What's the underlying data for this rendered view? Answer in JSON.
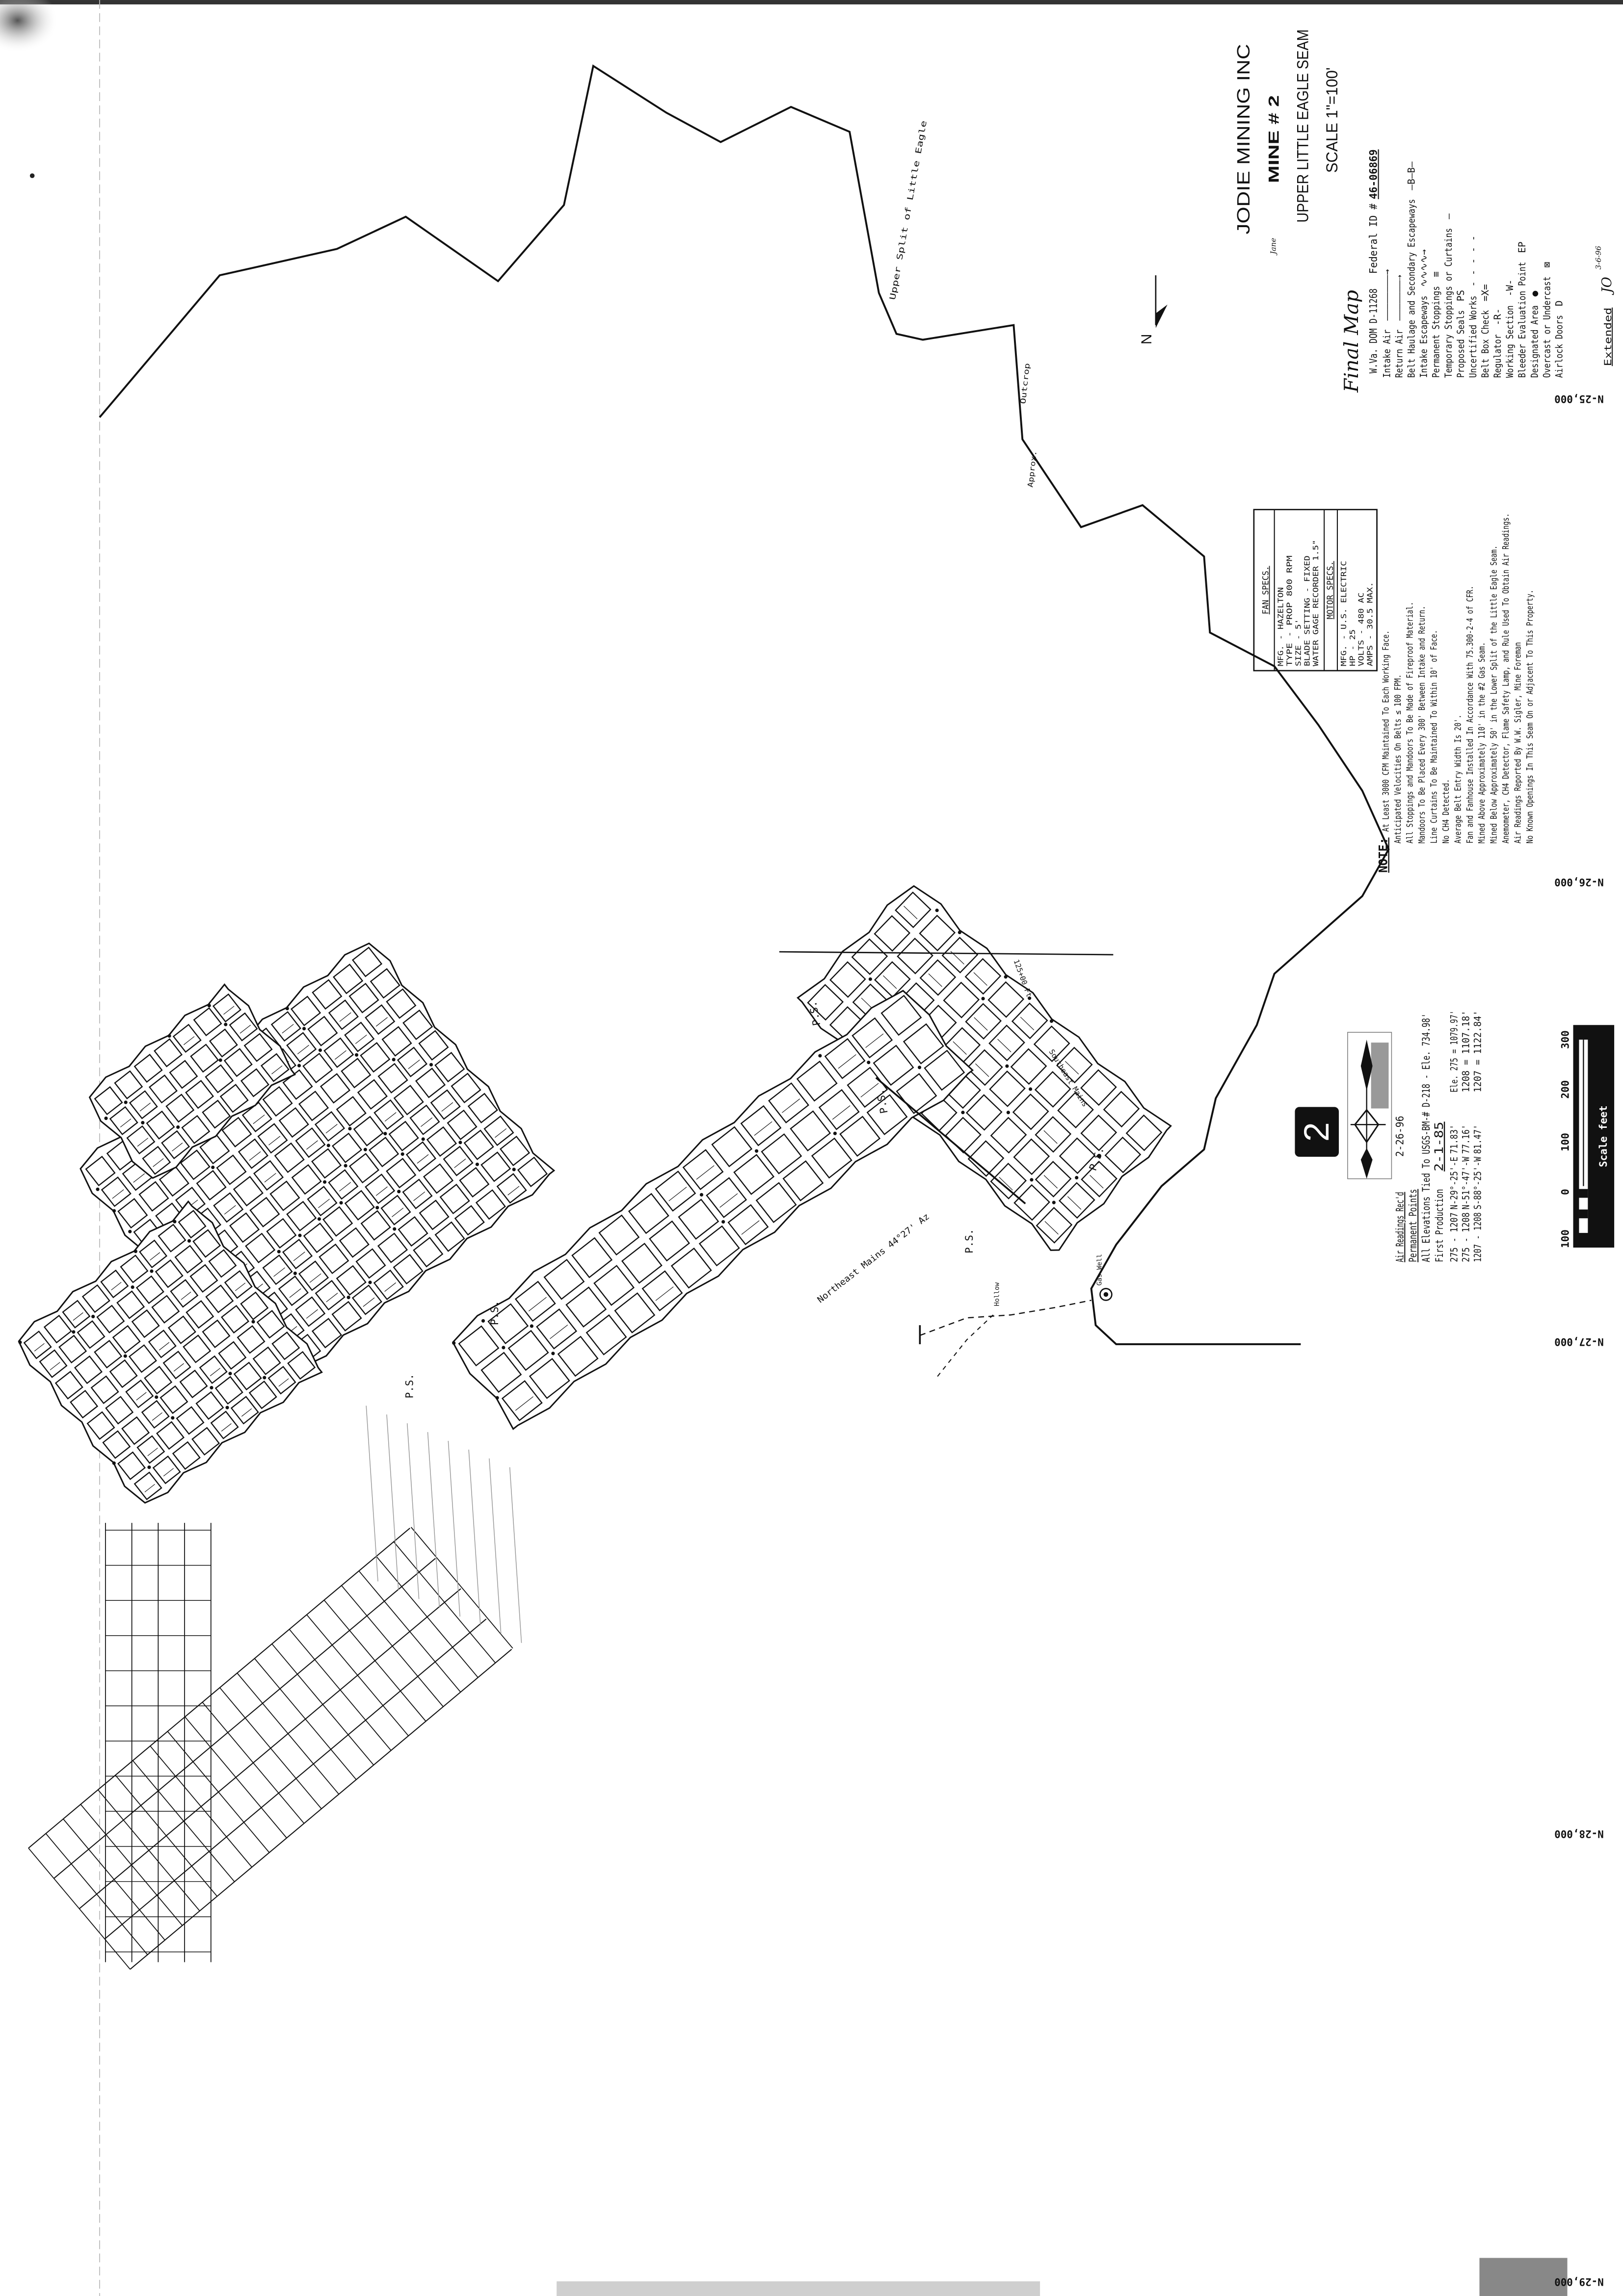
{
  "title_block": {
    "company": "JODIE MINING INC",
    "mine_prefix": "Jane",
    "mine": "MINE # 2",
    "seam": "UPPER LITTLE EAGLE SEAM",
    "scale": "SCALE 1\"=100'",
    "final_map": "Final Map",
    "state_id": "W.Va. DOM D-11268",
    "federal_id_label": "Federal ID #",
    "federal_id": "46-06869",
    "extended_label": "Extended",
    "extended_initials": "JO",
    "extended_date": "3-6-96"
  },
  "legend": [
    {
      "label": "Intake Air",
      "symbol": "————————→"
    },
    {
      "label": "Return Air",
      "symbol": "———————⇢"
    },
    {
      "label": "Belt Haulage and Secondary Escapeways",
      "symbol": "—B—B—"
    },
    {
      "label": "Intake Escapeways",
      "symbol": "∿∿∿∿→"
    },
    {
      "label": "Permanent Stoppings",
      "symbol": "≡"
    },
    {
      "label": "Temporary Stoppings or Curtains",
      "symbol": "—"
    },
    {
      "label": "Proposed Seals",
      "symbol": "PS"
    },
    {
      "label": "Uncertified Works",
      "symbol": "- - - - -"
    },
    {
      "label": "Belt Box Check",
      "symbol": "=X="
    },
    {
      "label": "Regulator",
      "symbol": "-R-"
    },
    {
      "label": "Working Section",
      "symbol": "-W-"
    },
    {
      "label": "Bleeder Evaluation Point",
      "symbol": "EP"
    },
    {
      "label": "Designated Area",
      "symbol": "●"
    },
    {
      "label": "Overcast or Undercast",
      "symbol": "⊠"
    },
    {
      "label": "Airlock Doors",
      "symbol": "D"
    }
  ],
  "fan_specs": {
    "title": "FAN SPECS.",
    "rows": [
      "MFG. - HAZELTON",
      "TYPE - PROP   800 RPM",
      "SIZE - 5'",
      "BLADE SETTING - FIXED",
      "WATER GAGE RECORDER 1.5\""
    ],
    "motor_title": "MOTOR SPECS.",
    "motor_rows": [
      "MFG. - U.S. ELECTRIC",
      "HP - 25",
      "VOLTS - 480 AC",
      "AMPS - 30.5 MAX."
    ]
  },
  "notes": {
    "label": "NOTE:",
    "lines": [
      "At Least 3000 CFM Maintained To Each Working Face.",
      "Anticipated Velocities On Belts ≤ 100 FPM.",
      "All Stoppings and Mandoors To Be Made of Fireproof Material.",
      "Mandoors To Be Placed Every 300' Between Intake and Return.",
      "Line Curtains To Be Maintained To Within 10' of Face.",
      "No CH4 Detected.",
      "Average Belt Entry Width Is 20'.",
      "Fan and Fanhouse Installed In Accordance With 75.300-2-4 of CFR.",
      "Mined Above Approximately 110' in the #2 Gas Seam.",
      "Mined Below Approximately 50' in the Lower Split of the Little Eagle Seam.",
      "Anemometer, CH4 Detector, Flame Safety Lamp, and Rule Used To Obtain Air Readings.",
      "Air Readings Reported By W.W. Sigler, Mine Foreman",
      "No Known Openings In This Seam On or Adjacent To This Property."
    ]
  },
  "survey": {
    "air_readings_label": "Air Readings Rec'd",
    "air_readings_date": "2-26-96",
    "permanent_points_label": "Permanent Points",
    "elevations_note": "All Elevations Tied To USGS-BM-# D-218 - Ele. 734.98'",
    "first_production_label": "First Production",
    "first_production_date": "2-1-85",
    "bearings": [
      {
        "points": "275 - 1207",
        "bearing": "N-29°-25'-E",
        "distance": "71.83'",
        "elevation": "Ele. 275 = 1079.97'"
      },
      {
        "points": "275 - 1208",
        "bearing": "N-51°-47'-W",
        "distance": "77.16'",
        "elevation": "1208 = 1107.18'"
      },
      {
        "points": "1207 - 1208",
        "bearing": "S-88°-25'-W",
        "distance": "81.47'",
        "elevation": "1207 = 1122.84'"
      }
    ]
  },
  "scale_bar": {
    "label": "Scale feet",
    "ticks": [
      "100",
      "0",
      "100",
      "200",
      "300"
    ]
  },
  "sheet_number": "2",
  "north_arrow": "N",
  "outcrop_labels": {
    "seam": "Upper Split of Little Eagle",
    "outcrop": "Outcrop",
    "approx": "Approx."
  },
  "grid_coordinates": [
    "N-25,000",
    "N-26,000",
    "N-27,000",
    "N-28,000",
    "N-29,000"
  ],
  "map_labels": {
    "northeast_mains": "Northeast Mains 44°27' Az",
    "southeast_mains": "Southeast Mains",
    "proposed_seal": "P.S.",
    "gas_well": "Gas Well",
    "hollow": "Hollow",
    "station": "125+00 Ft"
  },
  "colors": {
    "ink": "#111111",
    "paper": "#ffffff",
    "scan_noise": "#9a9a9a"
  }
}
